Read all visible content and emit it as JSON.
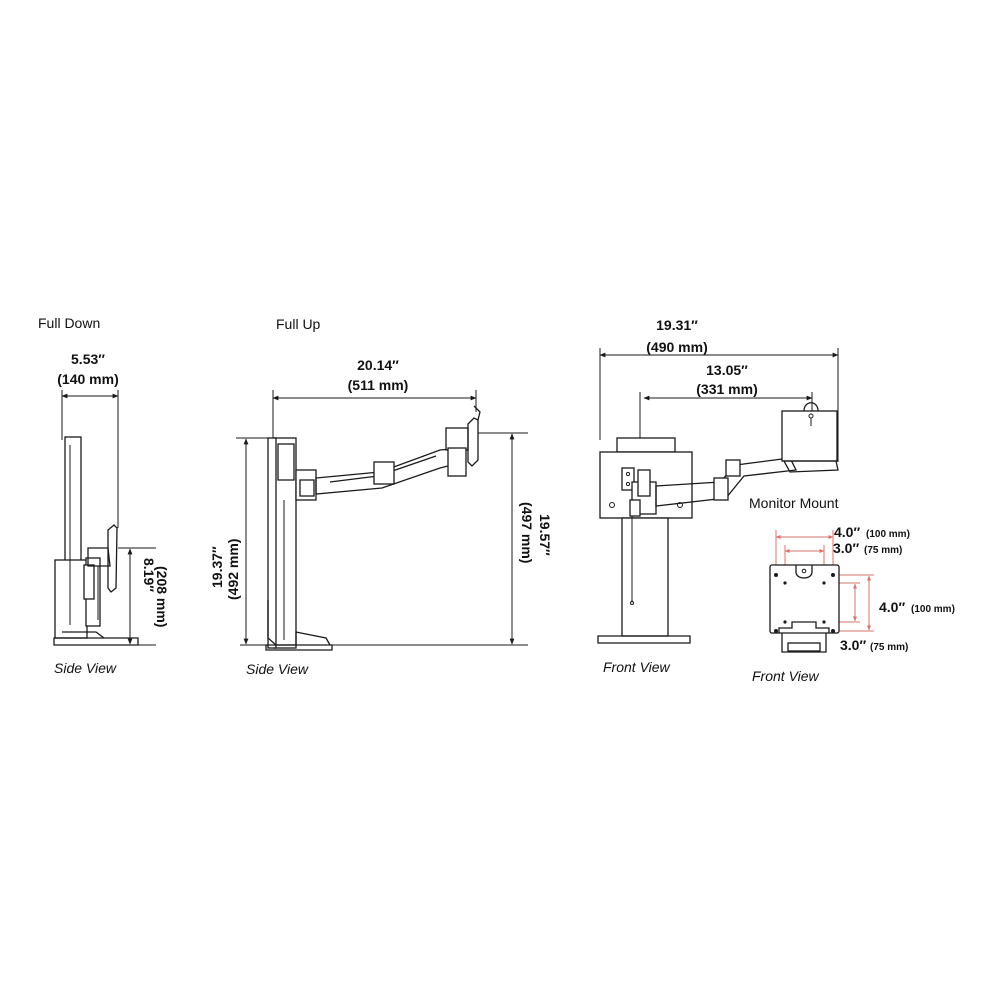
{
  "views": {
    "full_down": {
      "title": "Full Down",
      "width_in": "5.53″",
      "width_mm": "(140 mm)",
      "height_in": "8.19″",
      "height_mm": "(208 mm)",
      "caption": "Side View"
    },
    "full_up": {
      "title": "Full Up",
      "reach_in": "20.14″",
      "reach_mm": "(511 mm)",
      "height_left_in": "19.37″",
      "height_left_mm": "(492 mm)",
      "height_right_in": "19.57″",
      "height_right_mm": "(497 mm)",
      "caption": "Side View"
    },
    "front": {
      "total_in": "19.31″",
      "total_mm": "(490 mm)",
      "arm_in": "13.05″",
      "arm_mm": "(331 mm)",
      "caption": "Front View"
    },
    "monitor_mount": {
      "title": "Monitor Mount",
      "h_outer_in": "4.0″",
      "h_outer_mm": "(100 mm)",
      "h_inner_in": "3.0″",
      "h_inner_mm": "(75 mm)",
      "v_outer_in": "4.0″",
      "v_outer_mm": "(100 mm)",
      "v_inner_in": "3.0″",
      "v_inner_mm": "(75 mm)",
      "caption": "Front View"
    }
  },
  "colors": {
    "line": "#1a1a1a",
    "vesa_dimension": "#d9746c",
    "background": "#ffffff"
  }
}
